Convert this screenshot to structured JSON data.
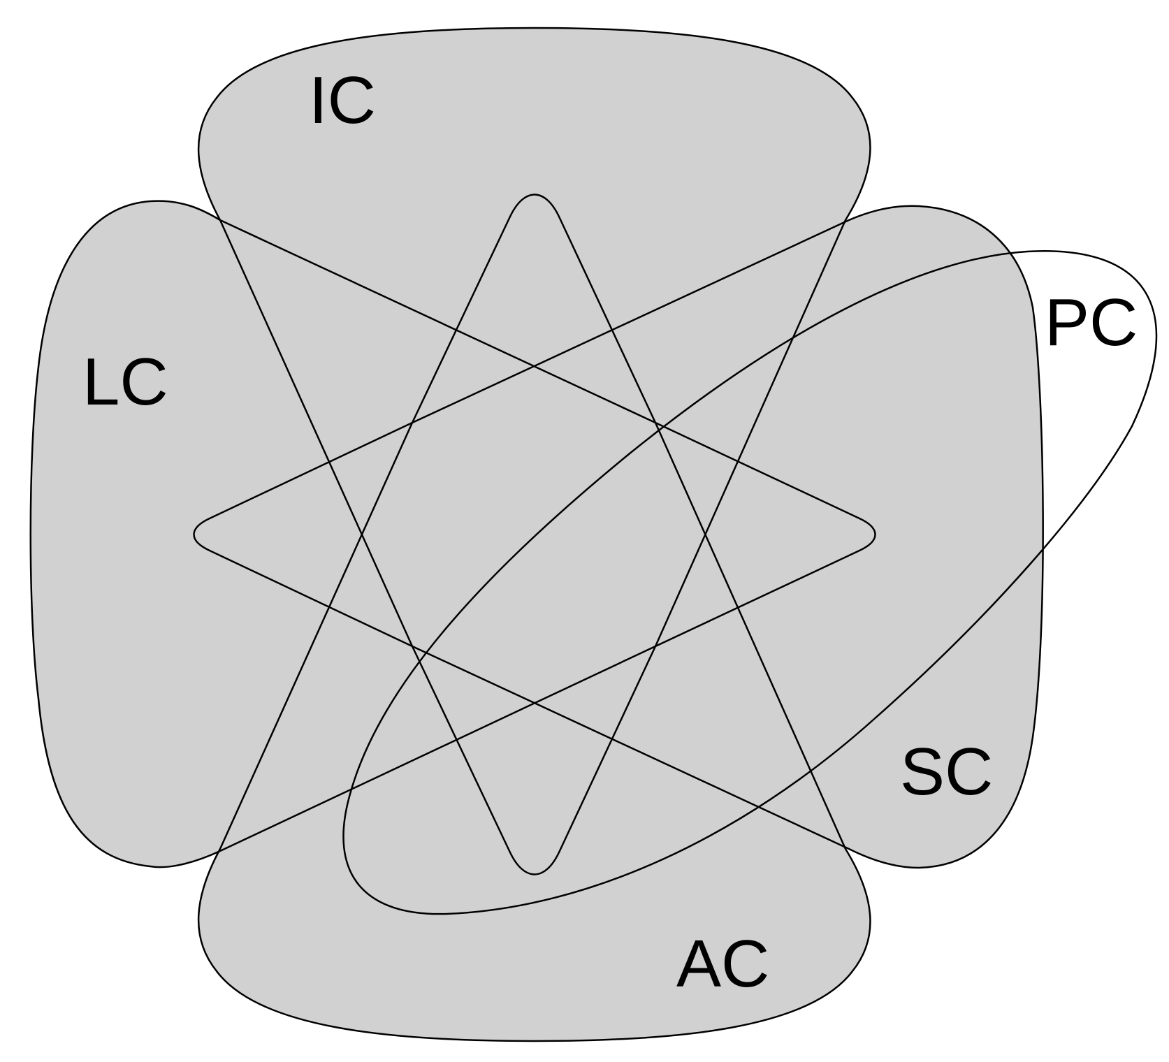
{
  "diagram": {
    "type": "venn",
    "fill_color": "#d1d1d1",
    "stroke_color": "#000000",
    "background_color": "#ffffff",
    "sets": [
      {
        "id": "ic",
        "label": "IC",
        "shaded": true
      },
      {
        "id": "lc",
        "label": "LC",
        "shaded": true
      },
      {
        "id": "sc",
        "label": "SC",
        "shaded": true
      },
      {
        "id": "ac",
        "label": "AC",
        "shaded": true
      },
      {
        "id": "pc",
        "label": "PC",
        "shaded": false
      }
    ]
  }
}
